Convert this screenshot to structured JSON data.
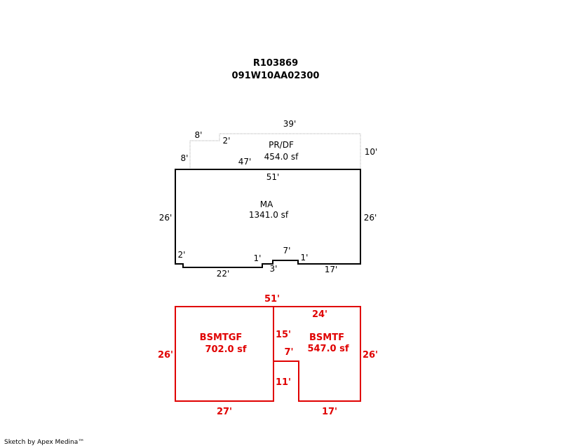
{
  "header": {
    "parcel_id": "R103869",
    "map_number": "091W10AA02300"
  },
  "areas": [
    {
      "code": "PR/DF",
      "area": "454.0 sf"
    },
    {
      "code": "MA",
      "area": "1341.0 sf"
    },
    {
      "code": "BSMTGF",
      "area": "702.0 sf"
    },
    {
      "code": "BSMTF",
      "area": "547.0 sf"
    }
  ],
  "dims": {
    "prdf": {
      "top": "39'",
      "step_top": "8'",
      "step_side": "2'",
      "left": "8'",
      "right": "10'",
      "bottom": "47'"
    },
    "ma": {
      "top": "51'",
      "left": "26'",
      "right": "26'",
      "bl_step": "2'",
      "bottom_left": "22'",
      "notch_left": "1'",
      "notch_bottom": "3'",
      "notch_top": "7'",
      "notch_right": "1'",
      "bottom_right": "17'"
    },
    "bsmt": {
      "top": "51'",
      "left": "26'",
      "right": "26'",
      "inner_top": "24'",
      "divider": "15'",
      "notch_top": "7'",
      "notch_side": "11'",
      "bottom_left": "27'",
      "bottom_right": "17'"
    }
  },
  "colors": {
    "basement": "#e00000",
    "main": "#000000",
    "porch": "#aaaaaa"
  },
  "footer": "Sketch by Apex Medina™"
}
